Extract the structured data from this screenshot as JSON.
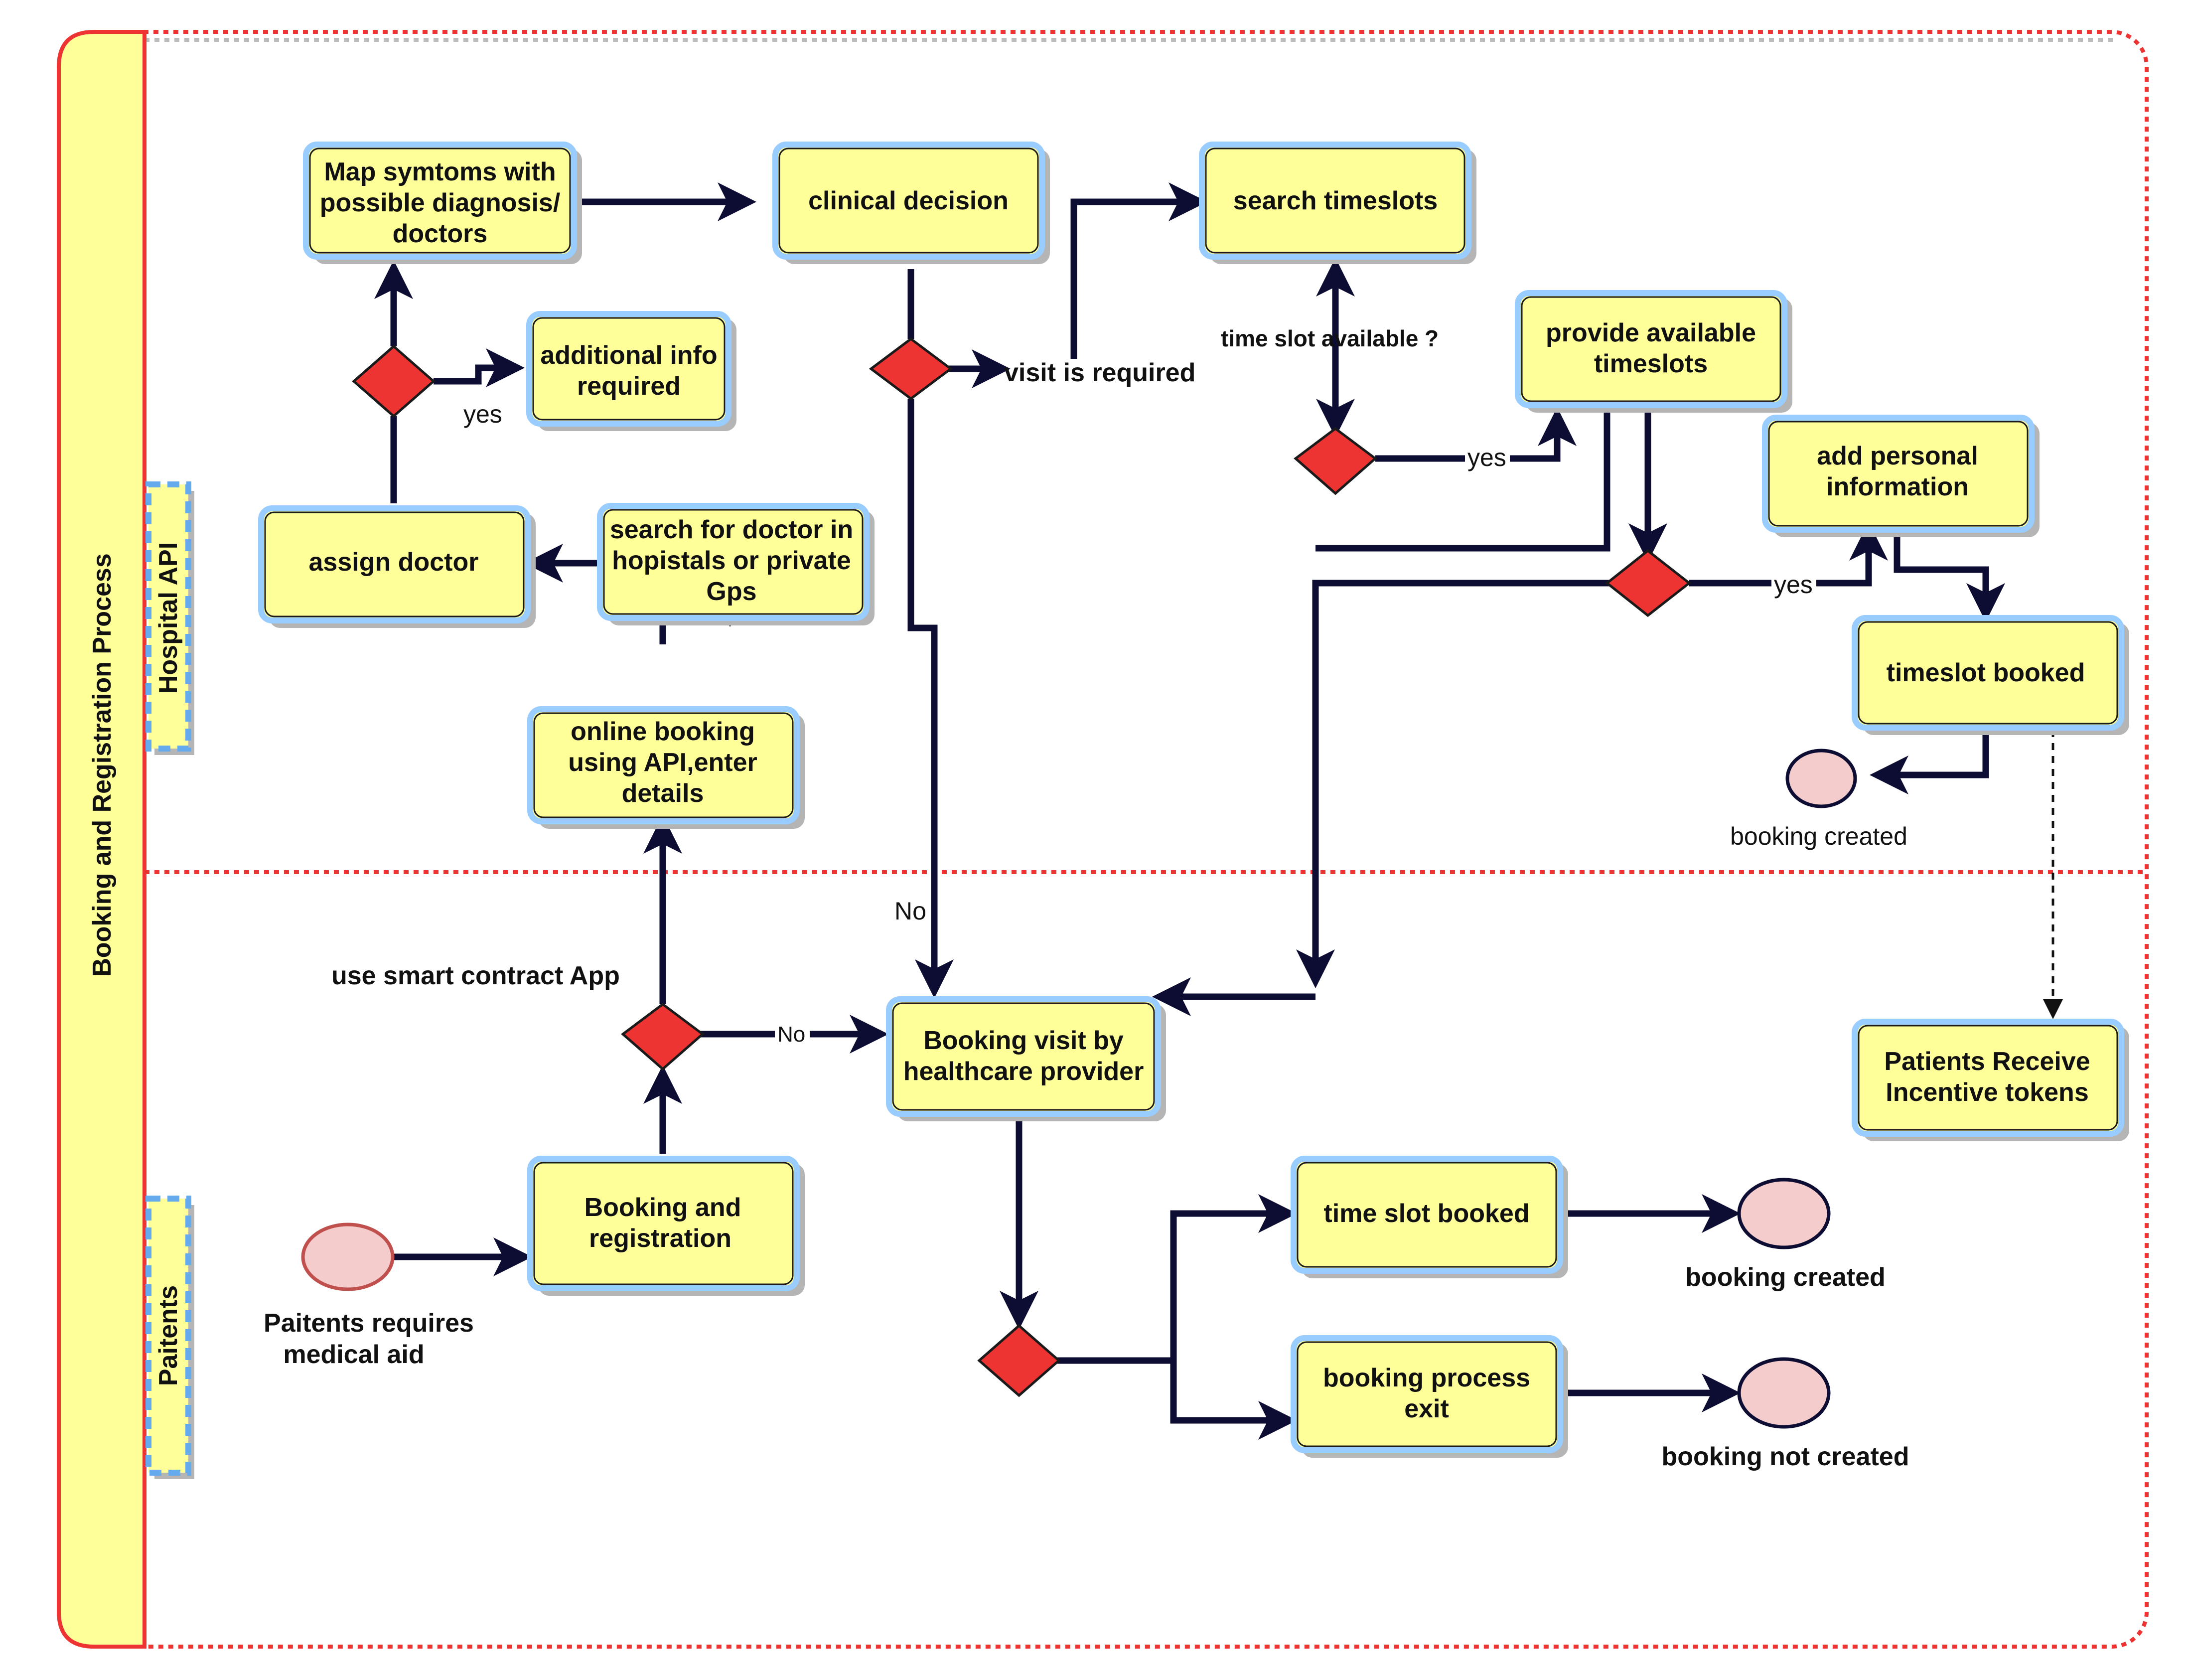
{
  "pool": {
    "title": "Booking and Registration Process"
  },
  "lanes": [
    {
      "id": "hospital",
      "label": "Hospital API"
    },
    {
      "id": "patients",
      "label": "Paitents"
    }
  ],
  "tasks": {
    "map_symptoms": [
      "Map symtoms with",
      "possible diagnosis/",
      "doctors"
    ],
    "clinical_decision": [
      "clinical decision"
    ],
    "search_timeslots": [
      "search timeslots"
    ],
    "additional_info": [
      "additional info",
      "required"
    ],
    "provide_timeslots": [
      "provide available",
      "timeslots"
    ],
    "add_personal": [
      "add personal",
      "information"
    ],
    "assign_doctor": [
      "assign doctor"
    ],
    "search_doctor": [
      "search for doctor in",
      "hopistals or private",
      "Gps"
    ],
    "timeslot_booked_api": [
      "timeslot booked"
    ],
    "online_booking": [
      "online booking",
      "using API,enter",
      "details"
    ],
    "booking_visit": [
      "Booking visit by",
      "healthcare provider"
    ],
    "incentive_tokens": [
      "Patients Receive",
      "Incentive tokens"
    ],
    "booking_registration": [
      "Booking and",
      "registration"
    ],
    "time_slot_booked": [
      "time slot booked"
    ],
    "booking_exit": [
      "booking process",
      "exit"
    ]
  },
  "labels": {
    "yes_additional": "yes",
    "visit_required": "visit is required",
    "time_slot_available": "time slot available ?",
    "yes_provide": "yes",
    "yes_personal": "yes",
    "no_visit": "No",
    "use_app": "use smart contract App",
    "no_booking": "No"
  },
  "events": {
    "start": [
      "Paitents requires",
      "medical aid"
    ],
    "end_api": [
      "booking created"
    ],
    "end_created": [
      "booking created"
    ],
    "end_not_created": [
      "booking not created"
    ]
  },
  "colors": {
    "task_fill": "#ffff99",
    "task_border": "#99ccff",
    "gateway": "#ee3333",
    "event_fill": "#f5cccc",
    "pool_border": "#ee3333",
    "lane_border": "#66aaee",
    "flow": "#0d0d33"
  }
}
